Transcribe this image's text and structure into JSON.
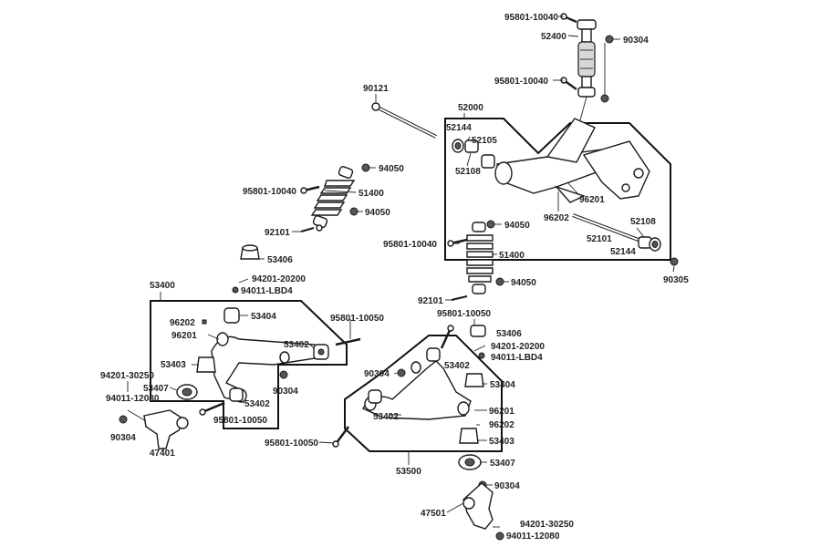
{
  "labels": {
    "l_95801_10040_a": "95801-10040",
    "l_52400": "52400",
    "l_90304_a": "90304",
    "l_95801_10040_b": "95801-10040",
    "l_90121": "90121",
    "l_52000": "52000",
    "l_52144_a": "52144",
    "l_52105": "52105",
    "l_52108_a": "52108",
    "l_96201_a": "96201",
    "l_96202_a": "96202",
    "l_52108_b": "52108",
    "l_52101": "52101",
    "l_52144_b": "52144",
    "l_90305": "90305",
    "l_94050_a": "94050",
    "l_95801_10040_c": "95801-10040",
    "l_51400_a": "51400",
    "l_94050_b": "94050",
    "l_92101_a": "92101",
    "l_53406_a": "53406",
    "l_94050_c": "94050",
    "l_95801_10040_d": "95801-10040",
    "l_51400_b": "51400",
    "l_94050_d": "94050",
    "l_92101_b": "92101",
    "l_53400": "53400",
    "l_94201_20200_a": "94201-20200",
    "l_94011_LBD4_a": "94011-LBD4",
    "l_96202_b": "96202",
    "l_53404_a": "53404",
    "l_96201_b": "96201",
    "l_95801_10050_a": "95801-10050",
    "l_53402_a": "53402",
    "l_53403_a": "53403",
    "l_94201_30250_a": "94201-30250",
    "l_53407_a": "53407",
    "l_94011_12080_a": "94011-12080",
    "l_90304_b": "90304",
    "l_53402_b": "53402",
    "l_95801_10050_b": "95801-10050",
    "l_90304_c": "90304",
    "l_47401": "47401",
    "l_95801_10050_c": "95801-10050",
    "l_53406_b": "53406",
    "l_94201_20200_b": "94201-20200",
    "l_94011_LBD4_b": "94011-LBD4",
    "l_53402_c": "53402",
    "l_90304_d": "90304",
    "l_53404_b": "53404",
    "l_96201_c": "96201",
    "l_53402_d": "53402",
    "l_96202_c": "96202",
    "l_53403_b": "53403",
    "l_95801_10050_d": "95801-10050",
    "l_53500": "53500",
    "l_53407_b": "53407",
    "l_90304_e": "90304",
    "l_47501": "47501",
    "l_94201_30250_b": "94201-30250",
    "l_94011_12080_b": "94011-12080"
  }
}
